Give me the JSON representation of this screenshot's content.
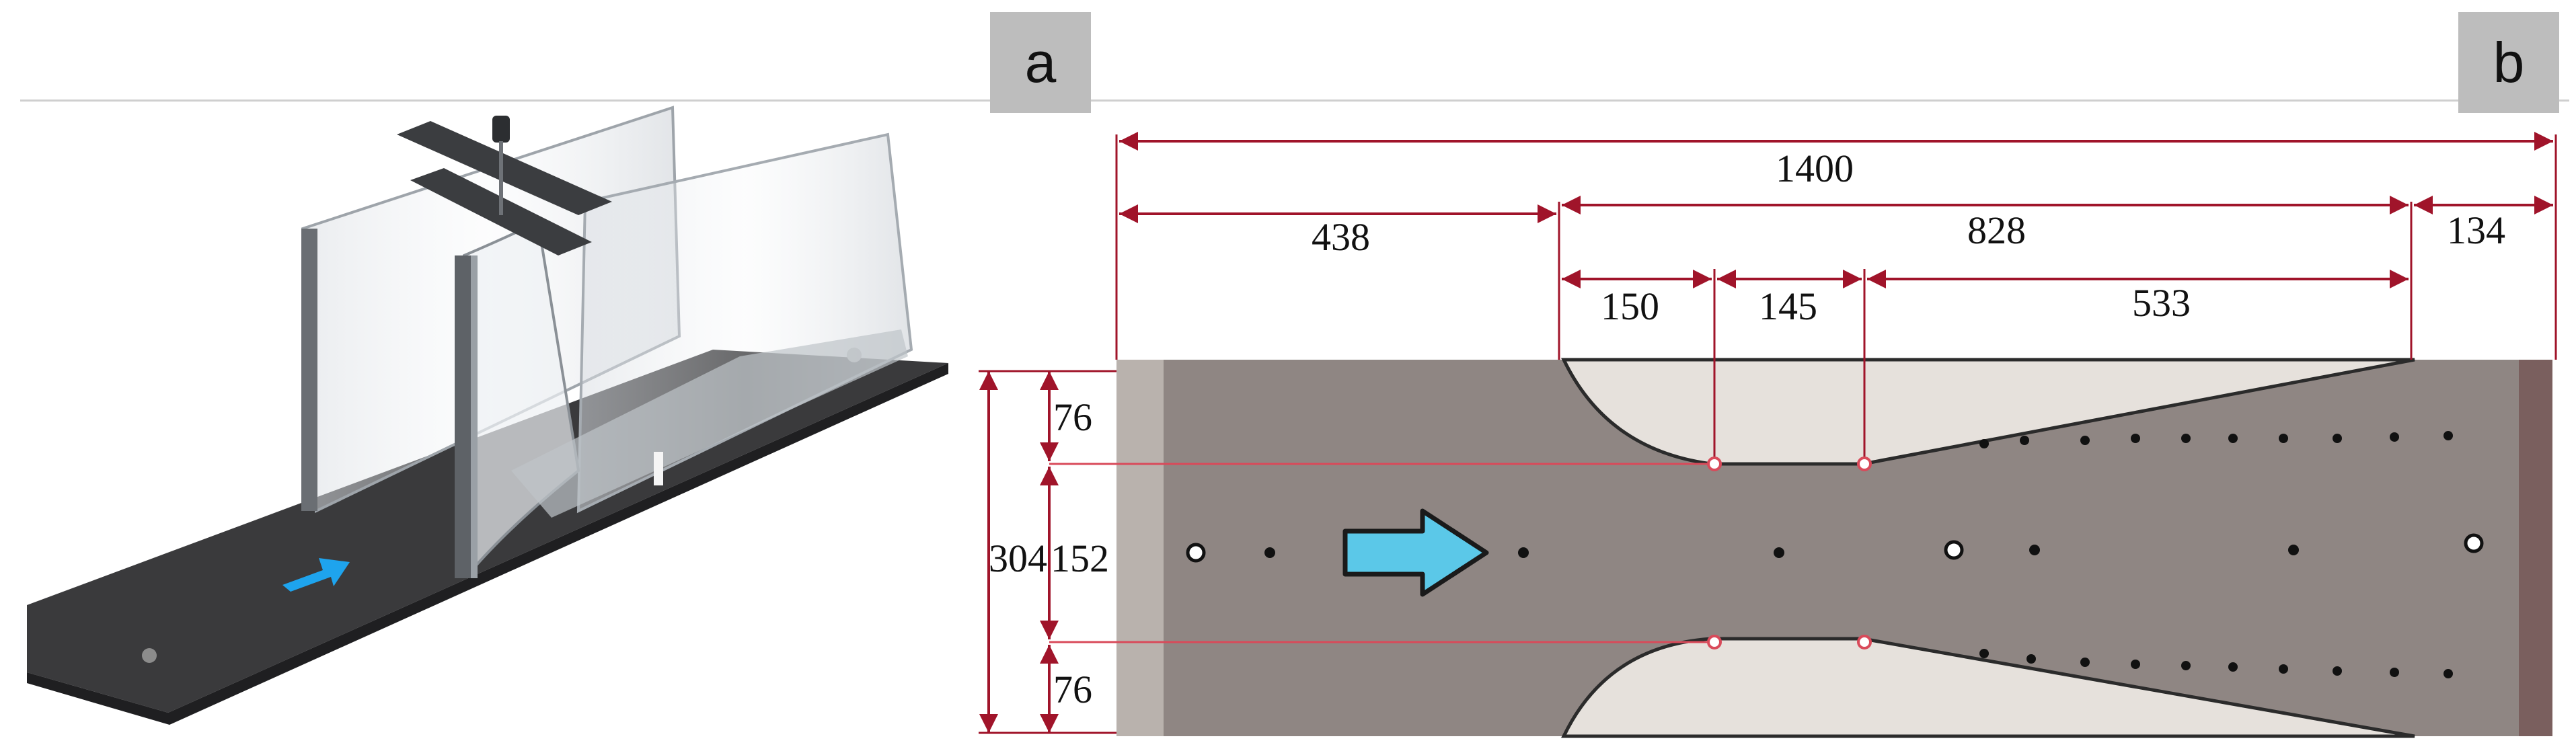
{
  "panels": {
    "a_label": "a",
    "b_label": "b"
  },
  "dimensions": {
    "overall_length": "1400",
    "inlet_length": "438",
    "test_length": "828",
    "outlet_length": "134",
    "contraction_length": "150",
    "throat_length": "145",
    "diffuser_length": "533",
    "total_width": "304",
    "throat_width": "152",
    "top_offset": "76",
    "bottom_offset": "76"
  },
  "colors": {
    "dimension_line": "#a0142a",
    "channel_fill": "#8f8683",
    "wall_fill": "#e6e1dc",
    "flow_arrow": "#5bc8e8",
    "flow_arrow_3d": "#1ea4ee",
    "base_plate": "#3a3a3c"
  },
  "icons": {
    "flow_direction": "arrow-right-icon"
  }
}
